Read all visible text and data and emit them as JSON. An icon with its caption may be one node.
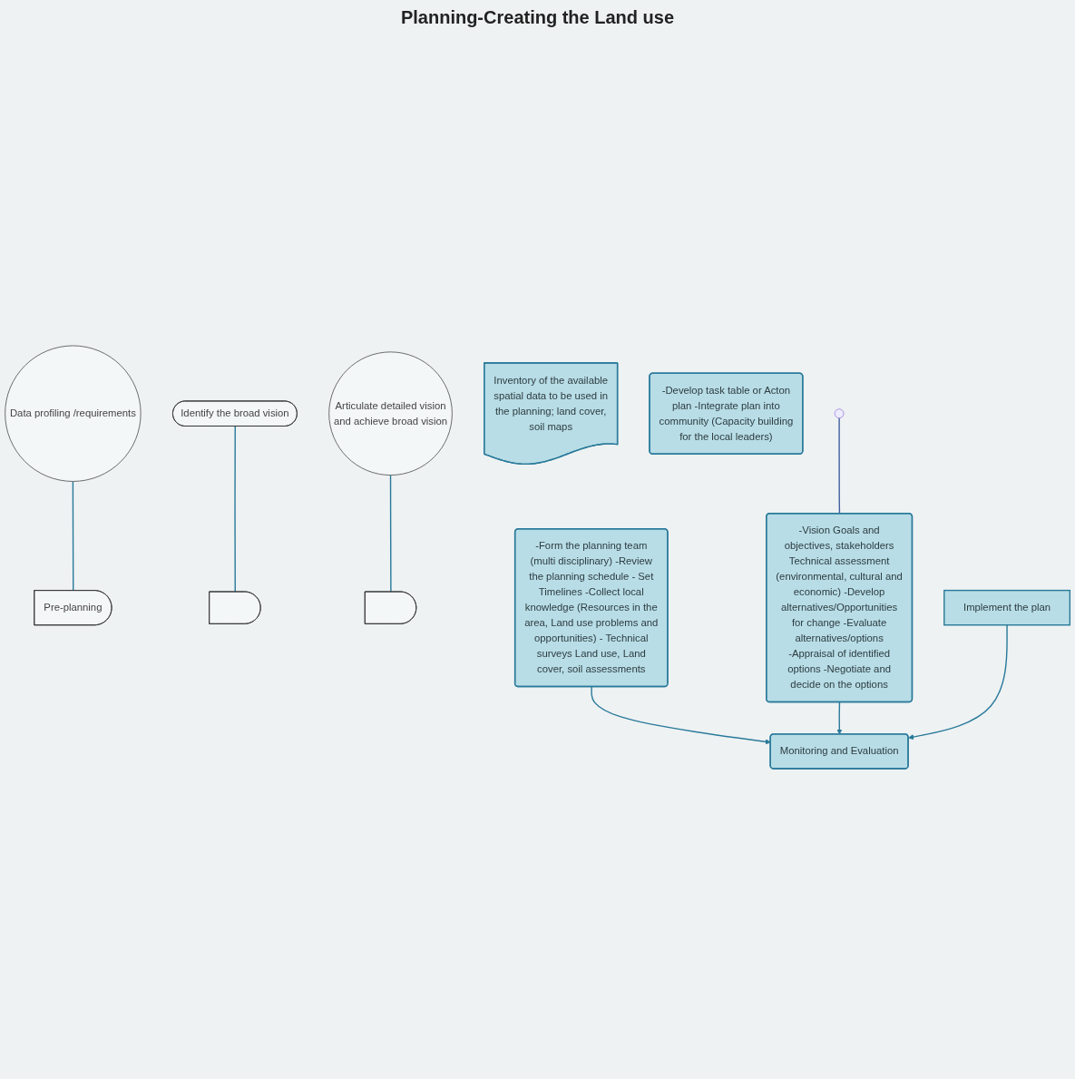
{
  "diagram": {
    "nodes": [
      {
        "text": [
          "Data profiling /requirements"
        ]
      },
      {
        "text": [
          "Identify the broad vision"
        ]
      },
      {
        "text": [
          "Articulate detailed vision and achieve broad vision"
        ]
      },
      {
        "text": [
          "Pre-planning"
        ]
      },
      {
        "text": [],
        "shape": "arc"
      },
      {
        "text": [],
        "shape": "arc"
      },
      {
        "text": [
          "Inventory of the available spatial data to be used in the planning; land cover, soil maps"
        ]
      },
      {
        "text": [
          "-Form the planning team (multi disciplinary) -Review the planning schedule - Set Timelines -Collect local knowledge (Resources in the area, Land use problems and opportunities) - Technical surveys Land use, Land cover, soil assessments"
        ]
      },
      {
        "text": [
          "-Vision Goals and objectives, stakeholders Technical assessment (environmental, cultural and economic) -Develop alternatives/Opportunities for change -Evaluate alternatives/options -Appraisal of identified options -Negotiate and decide on the options"
        ]
      },
      {
        "text": [
          "-Develop task table or Acton plan -Integrate plan into community (Capacity building for the local leaders)"
        ]
      },
      {
        "text": [
          "Implement the plan"
        ]
      },
      {
        "text": [
          "Monitoring and Evaluation"
        ]
      }
    ],
    "edges": [
      {
        "from": 0,
        "to": 3,
        "arrow": "none"
      },
      {
        "from": 1,
        "to": 4,
        "arrow": "none"
      },
      {
        "from": 2,
        "to": 5,
        "arrow": "none"
      },
      {
        "from": 7,
        "to": 11,
        "arrow": "to"
      },
      {
        "from": 8,
        "to": 11,
        "arrow": "to"
      },
      {
        "from": 10,
        "to": 11,
        "arrow": "to"
      },
      {
        "from": null,
        "to": 8,
        "arrow": "none",
        "color": "#4060a0"
      }
    ],
    "labels": [
      "Planning-Creating the Land use"
    ]
  }
}
